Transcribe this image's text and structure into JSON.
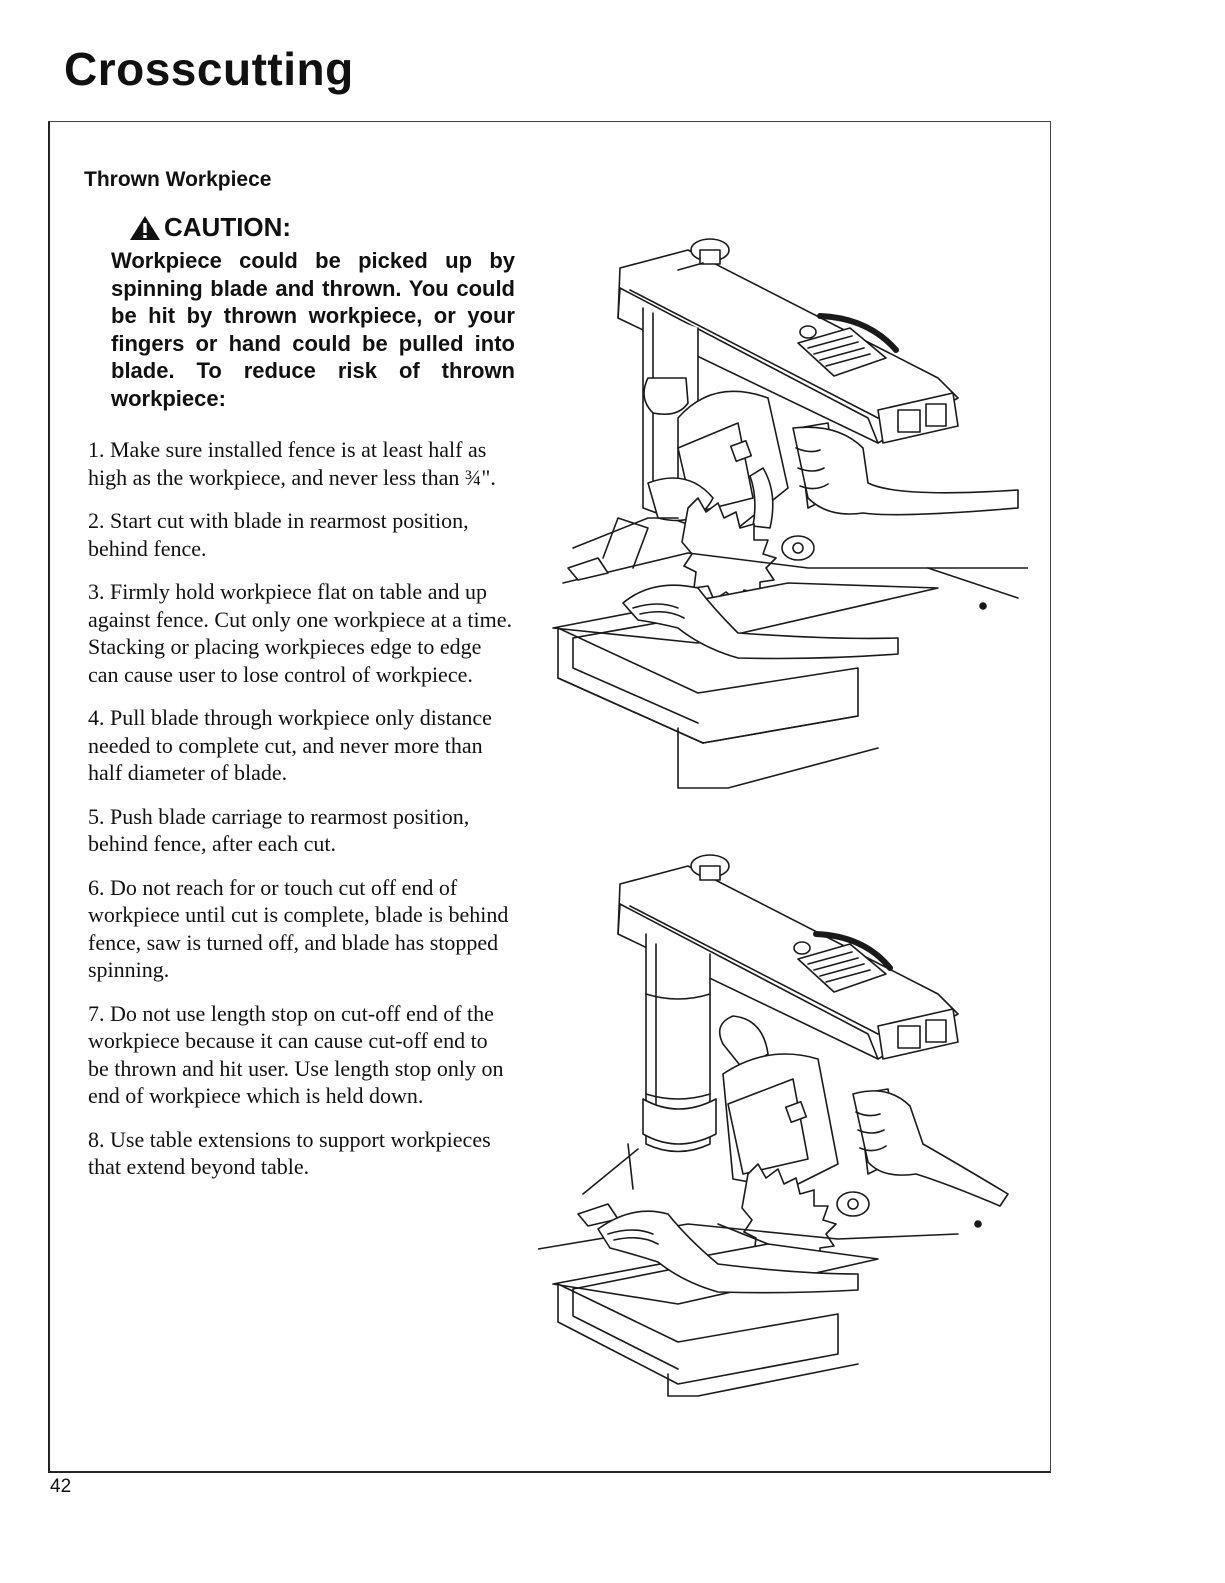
{
  "page": {
    "title": "Crosscutting",
    "page_number": "42"
  },
  "section": {
    "heading": "Thrown Workpiece",
    "caution_label": "CAUTION:",
    "caution_icon": "warning-triangle-icon",
    "caution_text": "Workpiece could be picked up by spinning blade and thrown. You could be hit by thrown workpiece, or your fingers or hand could be pulled into blade. To reduce risk of thrown workpiece:"
  },
  "steps": [
    "1. Make sure installed fence is at least half as high as the workpiece, and never less than ¾\".",
    "2. Start cut with blade in rearmost position, behind fence.",
    "3. Firmly hold workpiece flat on table and up against fence. Cut only one workpiece at a time. Stacking or placing workpieces edge to edge can cause user to lose control of workpiece.",
    "4. Pull blade through workpiece only distance needed to complete cut, and never more than half diameter of blade.",
    "5. Push blade carriage to rearmost position, behind fence, after each cut.",
    "6. Do not reach for or touch cut off end of workpiece until cut is complete, blade is behind fence, saw is turned off, and blade has stopped spinning.",
    "7. Do not use length stop on cut-off end of the workpiece because it can cause cut-off end to be thrown and hit user. Use length stop only on end of workpiece which is held down.",
    "8. Use table extensions to support workpieces that extend beyond table."
  ],
  "illustrations": {
    "top_icon": "radial-arm-saw-crosscut-start-illustration",
    "bottom_icon": "radial-arm-saw-crosscut-pull-illustration"
  }
}
